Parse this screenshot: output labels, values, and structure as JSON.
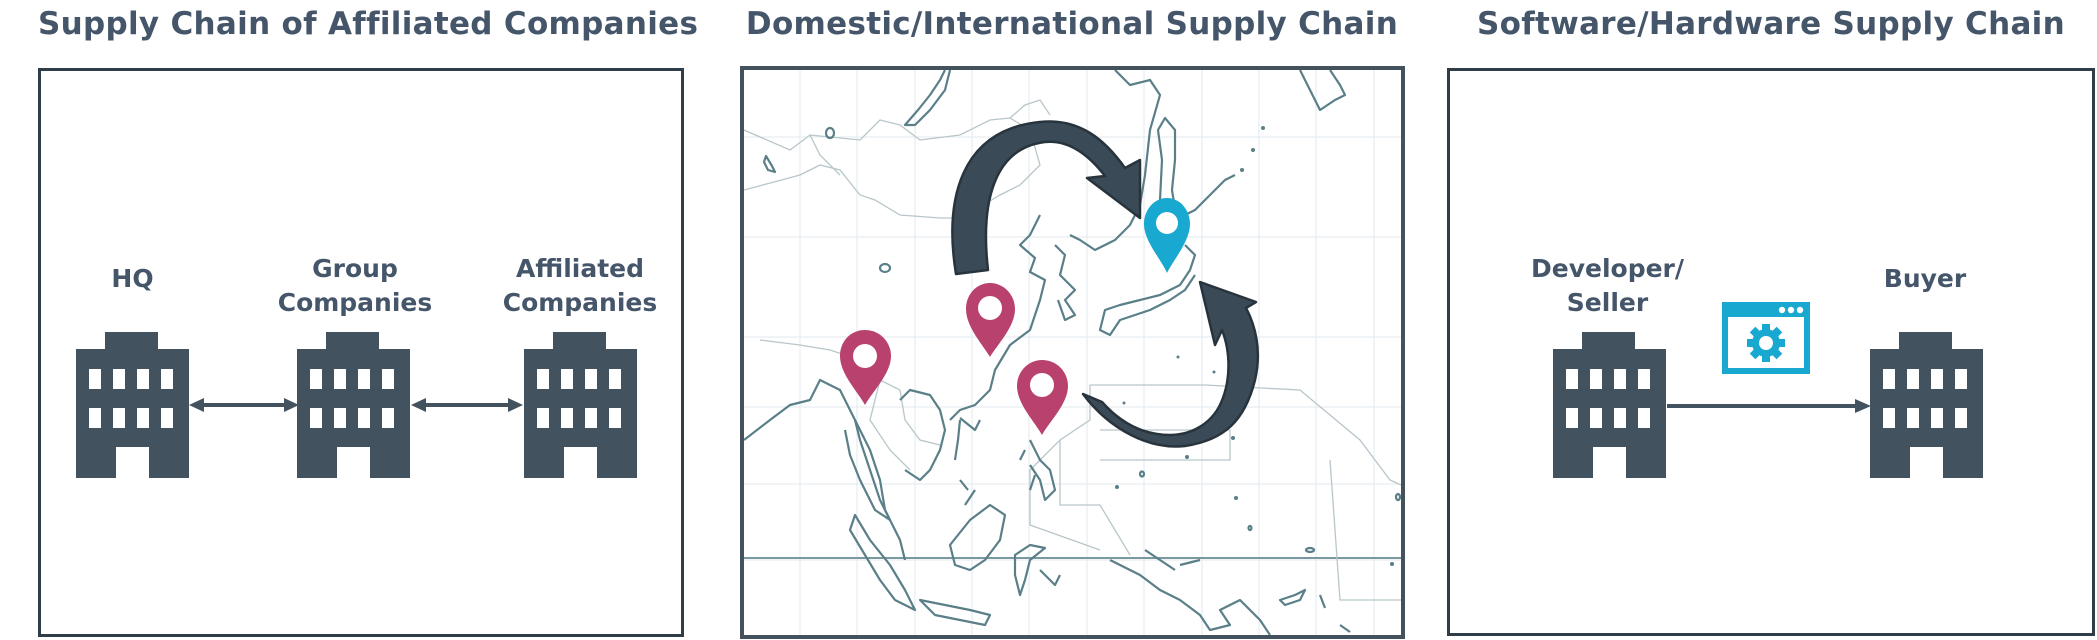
{
  "colors": {
    "text": "#45566a",
    "building": "#43525f",
    "border": "#2f3d48",
    "arrow": "#3a4a57",
    "pin_pink": "#b8416e",
    "pin_cyan": "#18a8d0",
    "map_line": "#5a7f88",
    "map_grid": "#e3eaec"
  },
  "panels": [
    {
      "title": "Supply Chain of Affiliated Companies",
      "nodes": [
        {
          "label": "HQ",
          "icon": "building-icon"
        },
        {
          "label": "Group\nCompanies",
          "icon": "building-icon"
        },
        {
          "label": "Affiliated\nCompanies",
          "icon": "building-icon"
        }
      ],
      "connectors": [
        "double-arrow HQ <-> Group Companies",
        "double-arrow Group Companies <-> Affiliated Companies"
      ]
    },
    {
      "title": "Domestic/International Supply Chain",
      "map_region": "East and Southeast Asia",
      "pins": [
        {
          "color": "pink",
          "location": "Myanmar"
        },
        {
          "color": "pink",
          "location": "China"
        },
        {
          "color": "pink",
          "location": "Philippines"
        },
        {
          "color": "cyan",
          "location": "Japan"
        }
      ],
      "arrows": [
        "curved arrow China -> Japan",
        "curved arrow Philippines -> Japan"
      ]
    },
    {
      "title": "Software/Hardware Supply Chain",
      "nodes": [
        {
          "label": "Developer/\nSeller",
          "icon": "building-icon"
        },
        {
          "label": "Buyer",
          "icon": "building-icon"
        }
      ],
      "transfer_icon": "software-window-gear-icon",
      "connectors": [
        "arrow Developer/Seller -> Buyer"
      ]
    }
  ]
}
